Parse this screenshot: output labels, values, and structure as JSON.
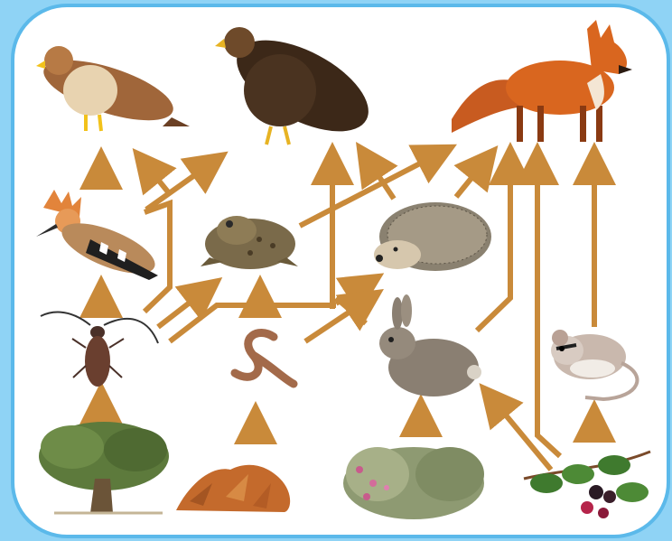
{
  "diagram": {
    "kind": "food-web",
    "colors": {
      "arrow": "#c98a3a",
      "frame_outer": "#8fd3f5",
      "frame_inner": "#ffffff",
      "frame_border": "#5bb9ea"
    },
    "organisms": [
      {
        "id": "booted-eagle",
        "icon": "eagle-icon"
      },
      {
        "id": "golden-eagle",
        "icon": "eagle-icon"
      },
      {
        "id": "fox",
        "icon": "fox-icon"
      },
      {
        "id": "hoopoe",
        "icon": "bird-icon"
      },
      {
        "id": "toad",
        "icon": "toad-icon"
      },
      {
        "id": "hedgehog",
        "icon": "hedgehog-icon"
      },
      {
        "id": "beetle",
        "icon": "beetle-icon"
      },
      {
        "id": "earthworm",
        "icon": "worm-icon"
      },
      {
        "id": "rabbit",
        "icon": "rabbit-icon"
      },
      {
        "id": "dormouse",
        "icon": "mouse-icon"
      },
      {
        "id": "holm-oak",
        "icon": "tree-icon"
      },
      {
        "id": "leaf-litter",
        "icon": "leaves-icon"
      },
      {
        "id": "heather-shrub",
        "icon": "shrub-icon"
      },
      {
        "id": "blackberry",
        "icon": "berries-icon"
      }
    ]
  }
}
